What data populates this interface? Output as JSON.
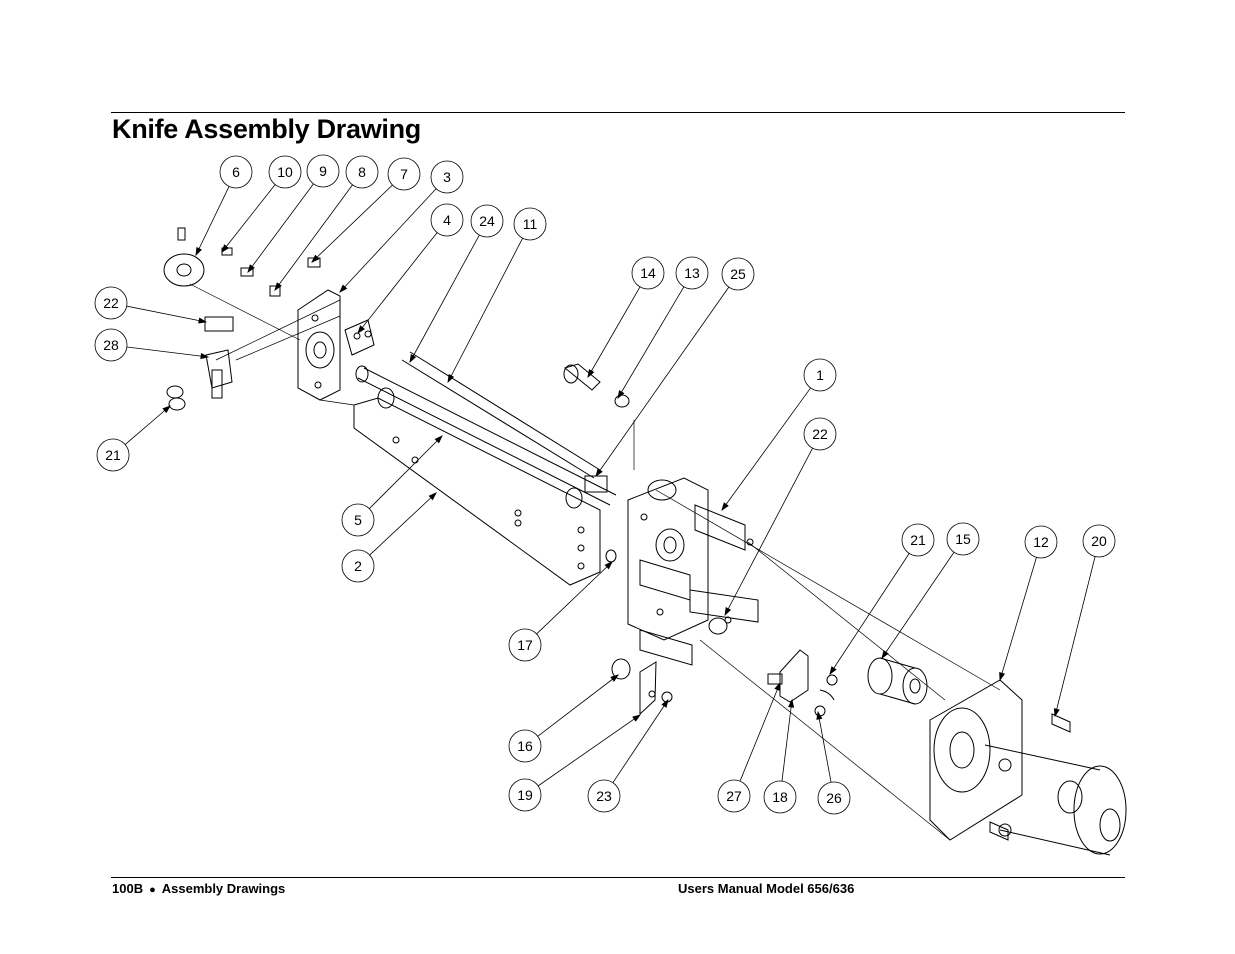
{
  "page": {
    "title": "Knife Assembly Drawing",
    "footer_left": {
      "code": "100B",
      "bullet": "●",
      "section": "Assembly Drawings"
    },
    "footer_right": "Users Manual Model 656/636"
  },
  "callouts": [
    {
      "label": "6"
    },
    {
      "label": "10"
    },
    {
      "label": "9"
    },
    {
      "label": "8"
    },
    {
      "label": "7"
    },
    {
      "label": "3"
    },
    {
      "label": "4"
    },
    {
      "label": "24"
    },
    {
      "label": "11"
    },
    {
      "label": "14"
    },
    {
      "label": "13"
    },
    {
      "label": "25"
    },
    {
      "label": "22"
    },
    {
      "label": "28"
    },
    {
      "label": "21"
    },
    {
      "label": "1"
    },
    {
      "label": "22"
    },
    {
      "label": "5"
    },
    {
      "label": "2"
    },
    {
      "label": "21"
    },
    {
      "label": "15"
    },
    {
      "label": "12"
    },
    {
      "label": "20"
    },
    {
      "label": "17"
    },
    {
      "label": "16"
    },
    {
      "label": "19"
    },
    {
      "label": "23"
    },
    {
      "label": "27"
    },
    {
      "label": "18"
    },
    {
      "label": "26"
    }
  ]
}
